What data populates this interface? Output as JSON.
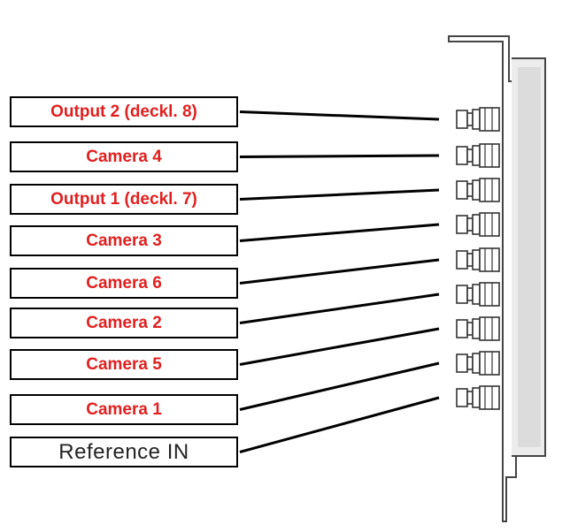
{
  "ports": [
    {
      "label": "Output 2 (deckl. 8)",
      "color": "#e02020"
    },
    {
      "label": "Camera 4",
      "color": "#e02020"
    },
    {
      "label": "Output 1 (deckl. 7)",
      "color": "#e02020"
    },
    {
      "label": "Camera 3",
      "color": "#e02020"
    },
    {
      "label": "Camera 6",
      "color": "#e02020"
    },
    {
      "label": "Camera 2",
      "color": "#e02020"
    },
    {
      "label": "Camera 5",
      "color": "#e02020"
    },
    {
      "label": "Camera 1",
      "color": "#e02020"
    },
    {
      "label": "Reference IN",
      "color": "#222222"
    }
  ]
}
